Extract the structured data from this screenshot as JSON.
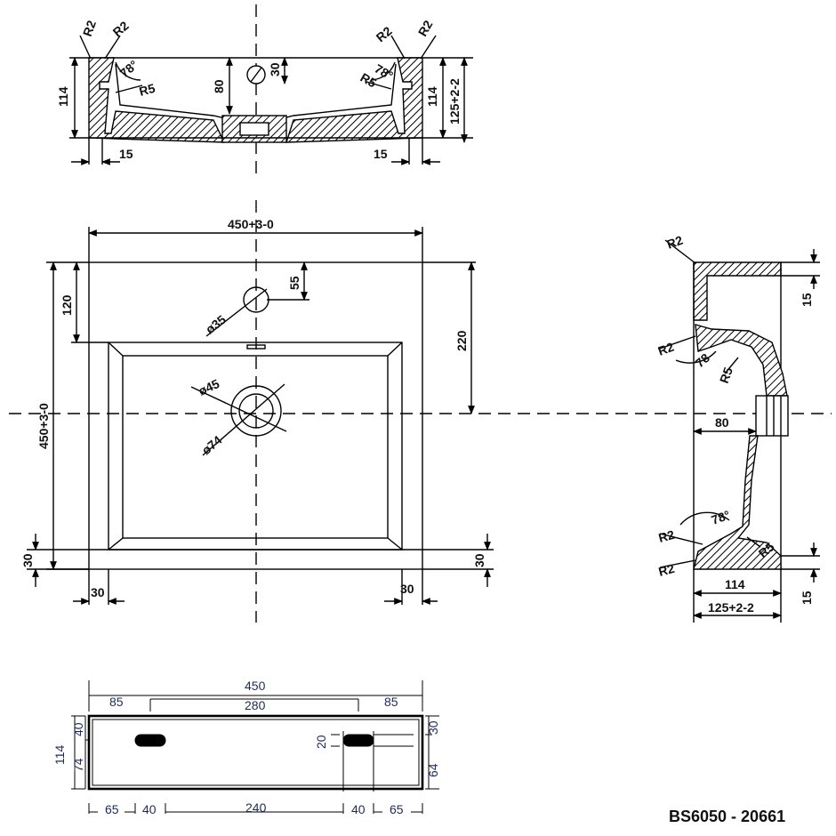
{
  "drawing": {
    "code": "BS6050 - 20661",
    "colors": {
      "line": "#000000",
      "text": "#111111",
      "dim_blue": "#1f2a5a",
      "hatch": "#000000"
    }
  },
  "section_top": {
    "r2_left_a": "R2",
    "r2_left_b": "R2",
    "angle_left": "78°",
    "r5_left": "R5",
    "r2_right_a": "R2",
    "r2_right_b": "R2",
    "angle_right": "78°",
    "r5_right": "R5",
    "height_left": "114",
    "height_right": "114",
    "overall_right": "125+2-2",
    "bowl_depth": "80",
    "tap_hole_offset": "30",
    "wall_left": "15",
    "wall_right": "15"
  },
  "plan_view": {
    "width": "450+3-0",
    "height": "450+3-0",
    "tap_offset": "120",
    "tap_from_edge": "55",
    "waste_offset": "220",
    "tap_hole": "ø35",
    "waste_inner": "ø45",
    "waste_outer": "ø74",
    "front_left": "30",
    "front_right": "30",
    "side_left": "30",
    "side_right": "30"
  },
  "section_side": {
    "r2_top": "R2",
    "r2_mid": "R2",
    "angle_mid": "78",
    "r5_mid": "R5",
    "top_thickness": "15",
    "depth": "80",
    "angle_bottom": "78°",
    "r2_bottom_a": "R2",
    "r2_bottom_b": "R2",
    "r5_bottom": "R5",
    "inner_width": "114",
    "overall_width": "125+2-2",
    "bottom_thickness": "15"
  },
  "back_view": {
    "total_width": "450",
    "left_margin": "85",
    "slot_span": "280",
    "right_margin": "85",
    "height": "114",
    "top_left": "40",
    "bottom_left": "74",
    "slot_height": "20",
    "top_right": "30",
    "bottom_right": "64",
    "bottom_a": "65",
    "bottom_b": "40",
    "bottom_c": "240",
    "bottom_d": "40",
    "bottom_e": "65"
  }
}
